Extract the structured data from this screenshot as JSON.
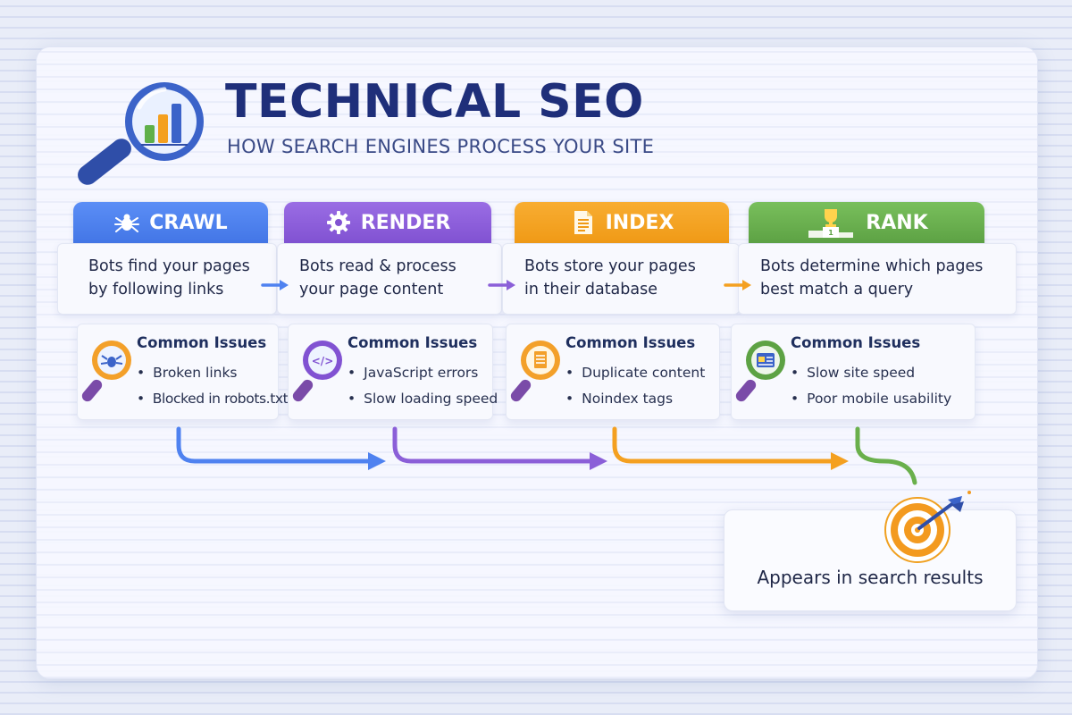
{
  "header": {
    "title": "TECHNICAL SEO",
    "subtitle": "HOW SEARCH ENGINES PROCESS YOUR SITE"
  },
  "icons": {
    "logo": "magnifier-bar-chart-icon",
    "crawl": "spider-icon",
    "render": "gear-icon",
    "index": "document-icon",
    "rank": "trophy-podium-icon",
    "result": "target-arrow-icon"
  },
  "colors": {
    "crawl": "#4f82f0",
    "render": "#8b5fd8",
    "index": "#f4a020",
    "rank": "#6ab04c",
    "title": "#1f2f7a"
  },
  "stages": [
    {
      "label": "CRAWL",
      "description": [
        "Bots find your pages",
        "by following links"
      ],
      "issues_title": "Common Issues",
      "issues": [
        "Broken links",
        "Blocked in robots.txt"
      ]
    },
    {
      "label": "RENDER",
      "description": [
        "Bots read & process",
        "your page content"
      ],
      "issues_title": "Common Issues",
      "issues": [
        "JavaScript errors",
        "Slow loading speed"
      ]
    },
    {
      "label": "INDEX",
      "description": [
        "Bots store your pages",
        "in their database"
      ],
      "issues_title": "Common Issues",
      "issues": [
        "Duplicate content",
        "Noindex tags"
      ]
    },
    {
      "label": "RANK",
      "description": [
        "Bots determine which pages",
        "best match a query"
      ],
      "issues_title": "Common Issues",
      "issues": [
        "Slow site speed",
        "Poor mobile usability"
      ]
    }
  ],
  "result": {
    "label": "Appears in search results"
  }
}
